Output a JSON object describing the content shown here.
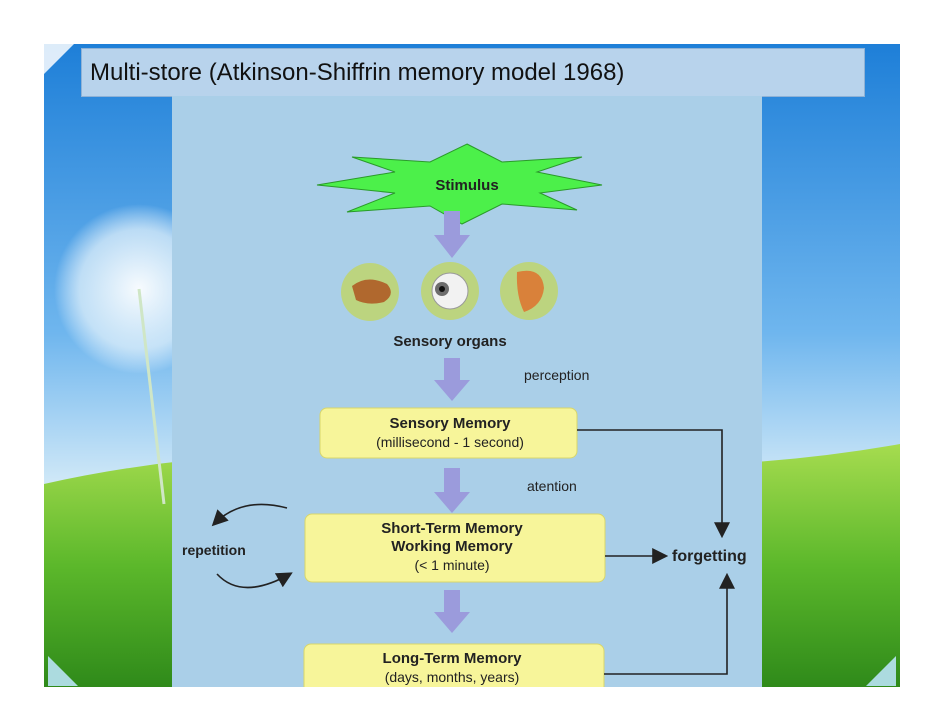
{
  "slide": {
    "title": "Multi-store (Atkinson-Shiffrin memory model 1968)"
  },
  "diagram": {
    "stimulus": "Stimulus",
    "sensory_organs": "Sensory organs",
    "perception": "perception",
    "sensory_memory": {
      "title": "Sensory Memory",
      "duration": "(millisecond - 1 second)"
    },
    "attention": "atention",
    "short_term_memory": {
      "title": "Short-Term Memory",
      "subtitle": "Working Memory",
      "duration": "(< 1 minute)"
    },
    "long_term_memory": {
      "title": "Long-Term Memory",
      "duration": "(days, months, years)"
    },
    "repetition": "repetition",
    "forgetting": "forgetting"
  },
  "colors": {
    "panel": "#aacfe8",
    "box_fill": "#f7f59a",
    "stimulus_star": "#4cf04a",
    "arrow": "#9b9bdc",
    "title_bar": "#b8d3ec",
    "sky_top": "#2a8fe0",
    "grass": "#57b52a"
  },
  "icons": [
    "hand-icon",
    "eye-icon",
    "ear-icon",
    "dandelion-icon"
  ]
}
